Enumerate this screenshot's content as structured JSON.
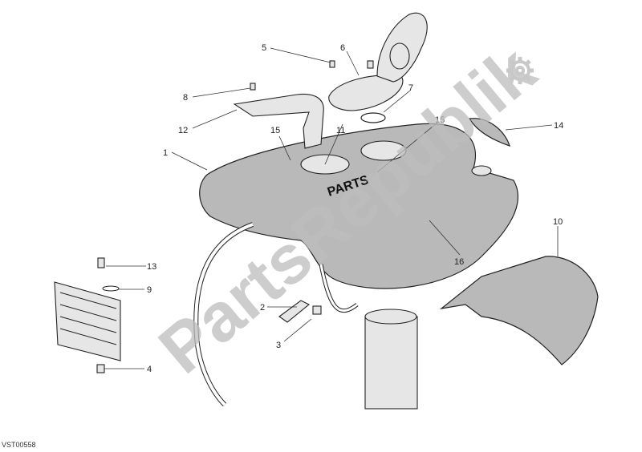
{
  "diagram": {
    "code": "VST00558",
    "watermark": "PartsRepublik",
    "tank_logo_text": "PARTS",
    "callouts": [
      "1",
      "2",
      "3",
      "4",
      "5",
      "6",
      "7",
      "8",
      "9",
      "10",
      "11",
      "12",
      "13",
      "14",
      "15",
      "15",
      "16"
    ]
  },
  "colors": {
    "line": "#222222",
    "part_fill": "#b9b9b9",
    "watermark": "#bdbdbd"
  },
  "icons": {
    "settings": "gear-icon"
  }
}
